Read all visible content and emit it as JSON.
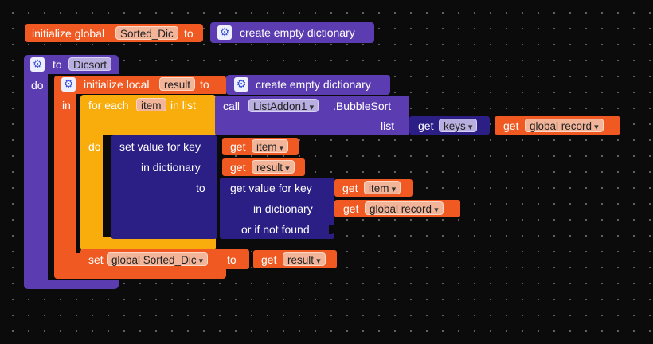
{
  "init_global": {
    "label": "initialize global",
    "name": "Sorted_Dic",
    "to": "to",
    "value": "create empty dictionary"
  },
  "procedure": {
    "to": "to",
    "name": "Dicsort",
    "do": "do"
  },
  "local": {
    "label": "initialize local",
    "name": "result",
    "to": "to",
    "value": "create empty dictionary",
    "in": "in"
  },
  "for_each": {
    "label": "for each",
    "var": "item",
    "in_list": "in list",
    "do": "do"
  },
  "call": {
    "label": "call",
    "component": "ListAddon1",
    "method": ".BubbleSort",
    "list_label": "list"
  },
  "keys_get": {
    "get": "get",
    "name": "keys"
  },
  "record_get": {
    "get": "get",
    "name": "global record"
  },
  "set_value": {
    "label": "set value for key",
    "get_item": "get",
    "item": "item",
    "in_dict": "in dictionary",
    "get_result": "get",
    "result": "result",
    "to": "to"
  },
  "get_value": {
    "label": "get value for key",
    "get_item": "get",
    "item": "item",
    "in_dict": "in dictionary",
    "get_record": "get",
    "record": "global record",
    "not_found": "or if not found"
  },
  "set_global": {
    "set": "set",
    "name": "global Sorted_Dic",
    "to": "to",
    "get": "get",
    "result": "result"
  }
}
